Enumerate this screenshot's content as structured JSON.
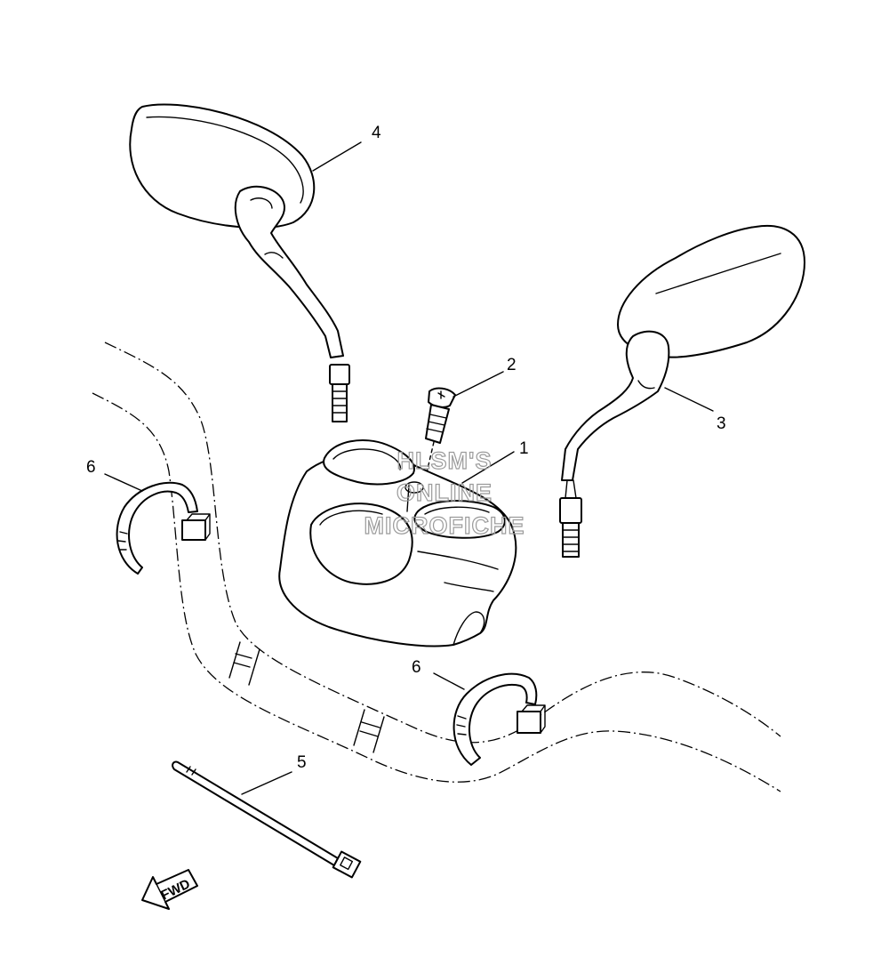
{
  "callouts": {
    "part1": "1",
    "part2": "2",
    "part3": "3",
    "part4": "4",
    "part5": "5",
    "part6_left": "6",
    "part6_right": "6"
  },
  "watermark": {
    "line1": "HLSM'S",
    "line2": "ONLINE",
    "line3": "MICROFICHE"
  },
  "direction_arrow": {
    "label": "FWD"
  },
  "colors": {
    "line": "#000000",
    "background": "#ffffff",
    "watermark": "#9a9a9a"
  }
}
